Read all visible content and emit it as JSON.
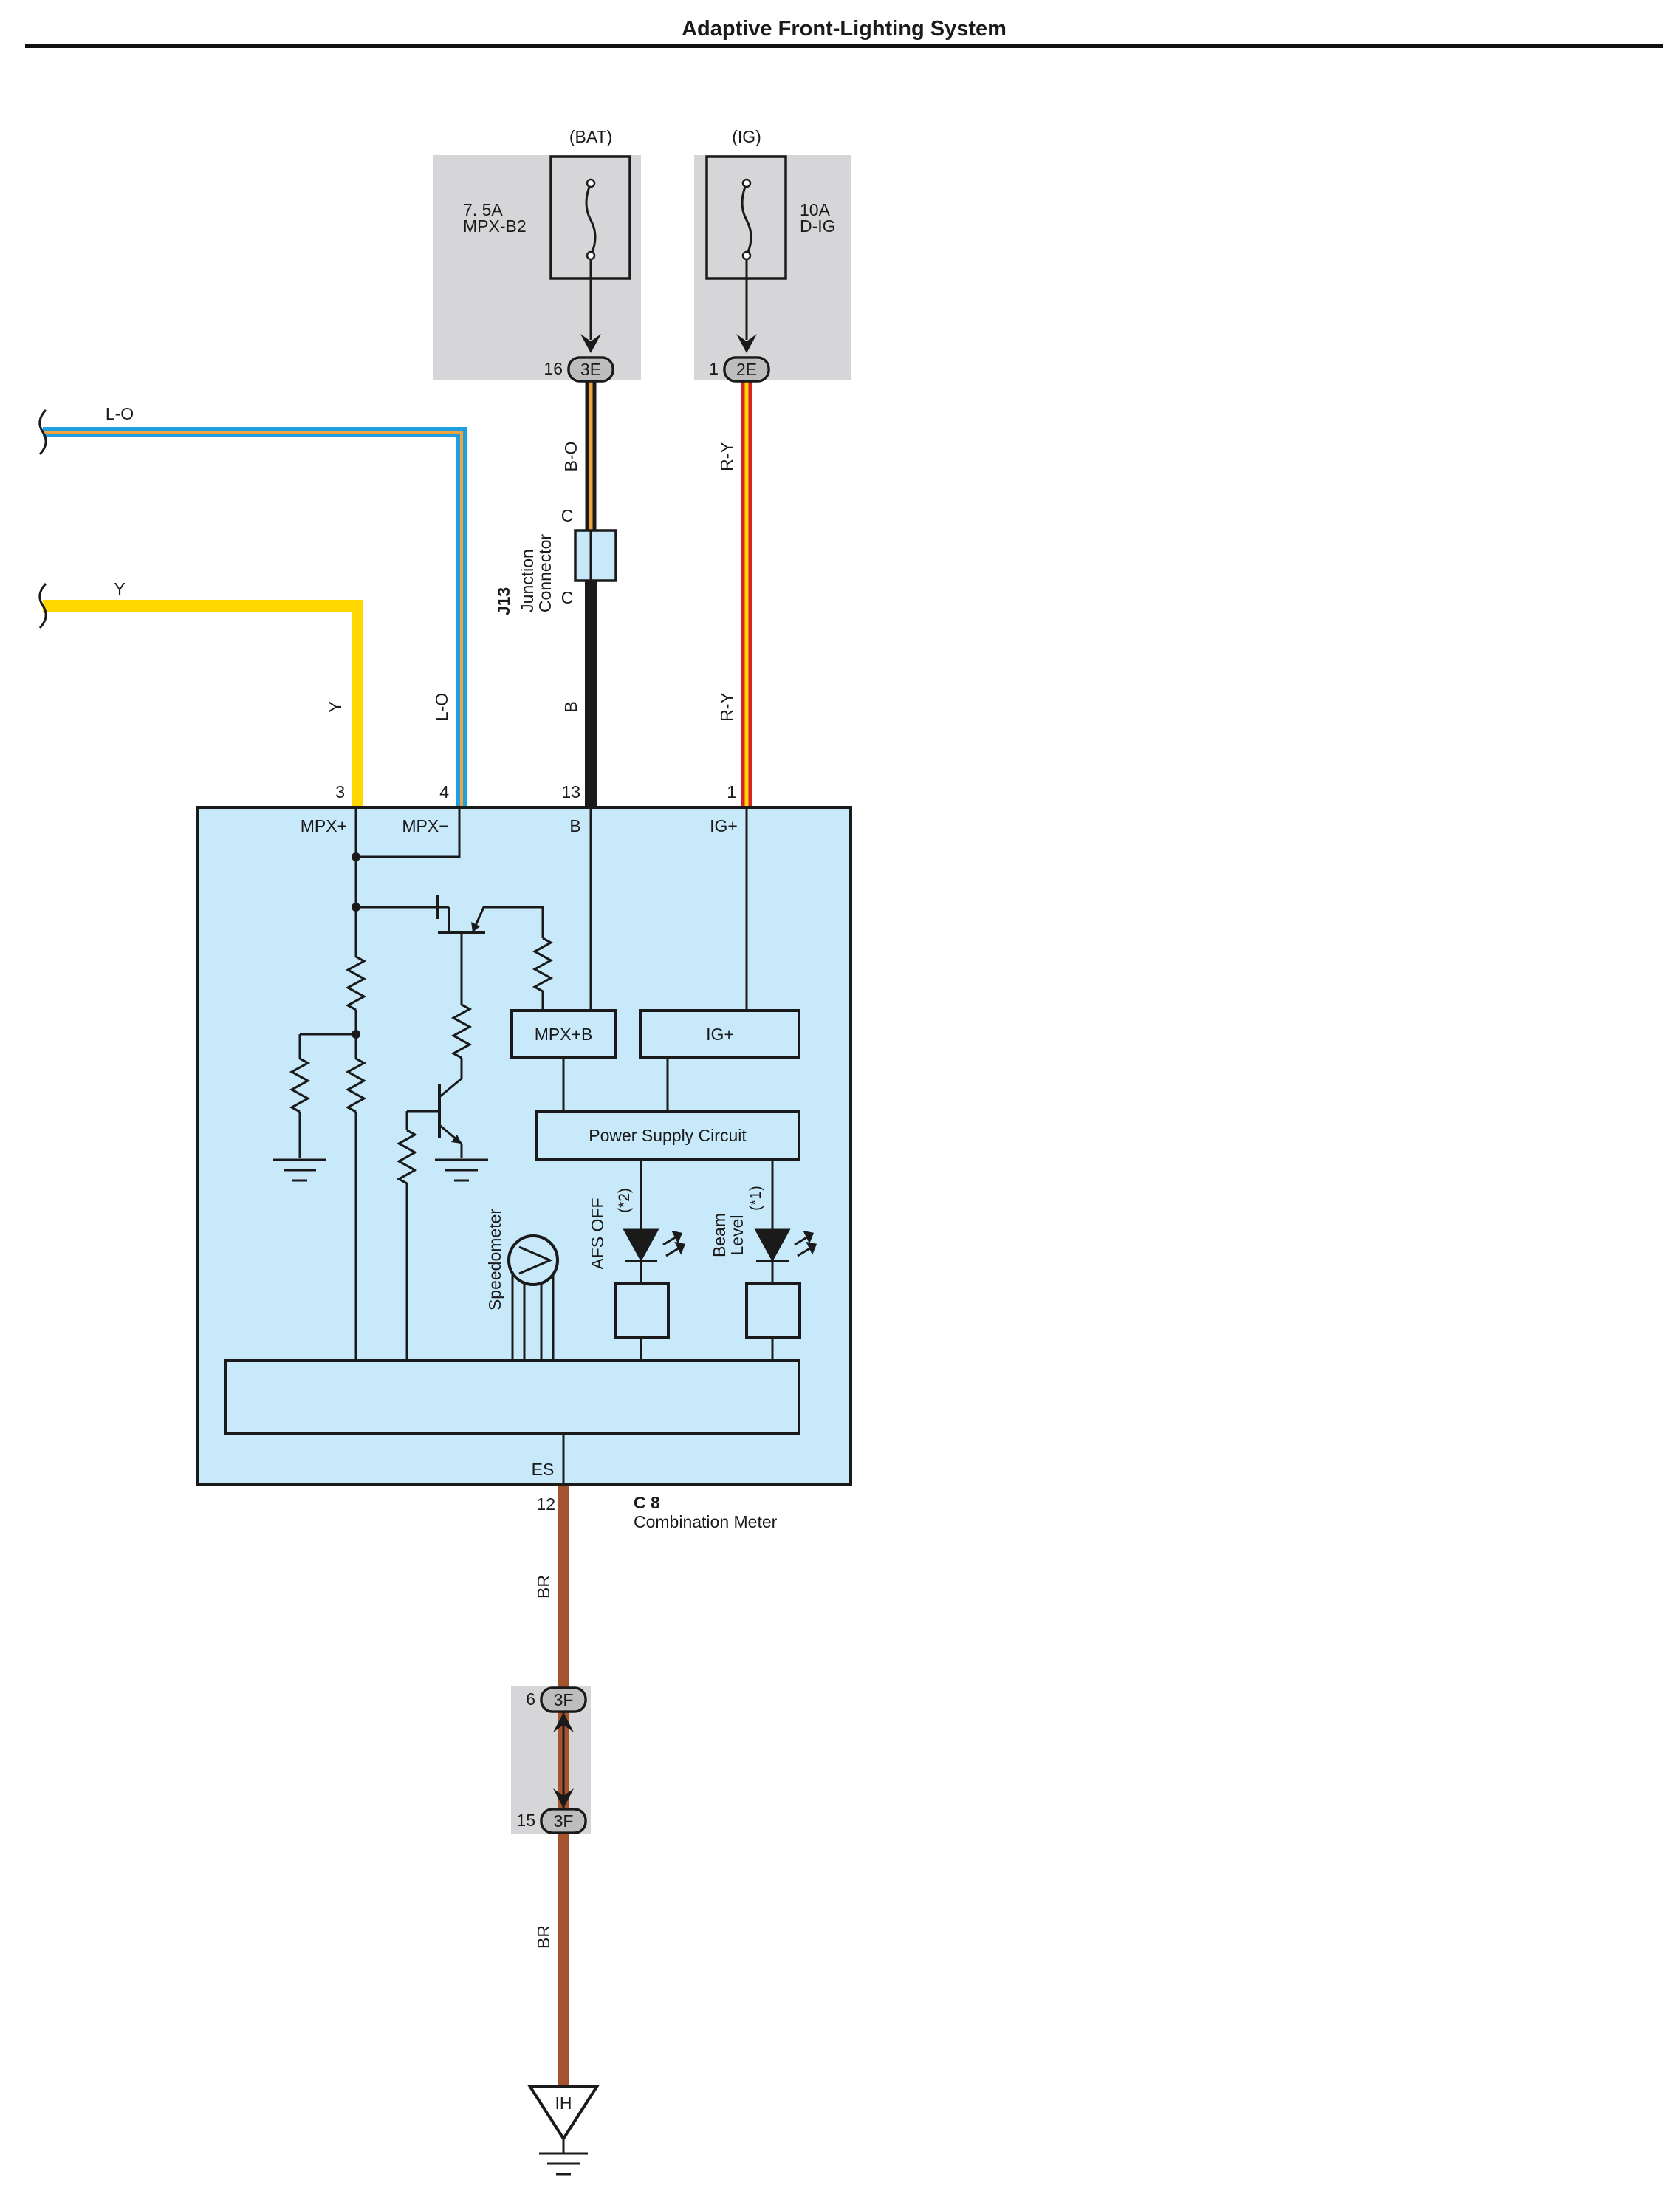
{
  "title": "Adaptive Front-Lighting System",
  "colors": {
    "yellow": "#ffd800",
    "blue": "#1e9fe0",
    "orange": "#f2a23a",
    "red": "#d8232a",
    "black": "#1a1a1a",
    "brown": "#a5532e",
    "meter_fill": "#c8e9fa",
    "fuse_box": "#d6d6d8"
  },
  "fuses": {
    "bat": {
      "supply": "(BAT)",
      "rating": "7. 5A",
      "name": "MPX-B2",
      "pin": "16",
      "connector": "3E"
    },
    "ig": {
      "supply": "(IG)",
      "rating": "10A",
      "name": "D-IG",
      "pin": "1",
      "connector": "2E"
    }
  },
  "wires": {
    "l_o": "L-O",
    "y": "Y",
    "b_o": "B-O",
    "b": "B",
    "r_y": "R-Y",
    "br": "BR"
  },
  "junction": {
    "id": "J13",
    "name_line1": "Junction",
    "name_line2": "Connector",
    "pin_top": "C",
    "pin_bottom": "C"
  },
  "meter": {
    "id": "C 8",
    "name": "Combination Meter",
    "pins": {
      "mpx_plus": "3",
      "mpx_minus": "4",
      "b": "13",
      "ig": "1",
      "es": "12"
    },
    "terminals": {
      "mpx_plus": "MPX+",
      "mpx_minus": "MPX−",
      "b": "B",
      "ig": "IG+",
      "es": "ES"
    },
    "blocks": {
      "mpxb": "MPX+B",
      "igplus": "IG+",
      "psc": "Power Supply Circuit"
    },
    "speedometer": "Speedometer",
    "afs_off": "AFS OFF",
    "afs_note": "(*2)",
    "beam_line1": "Beam",
    "beam_line2": "Level",
    "beam_note": "(*1)"
  },
  "connector_3f": {
    "pin_top": "6",
    "pin_bottom": "15",
    "name": "3F"
  },
  "ground": "IH"
}
